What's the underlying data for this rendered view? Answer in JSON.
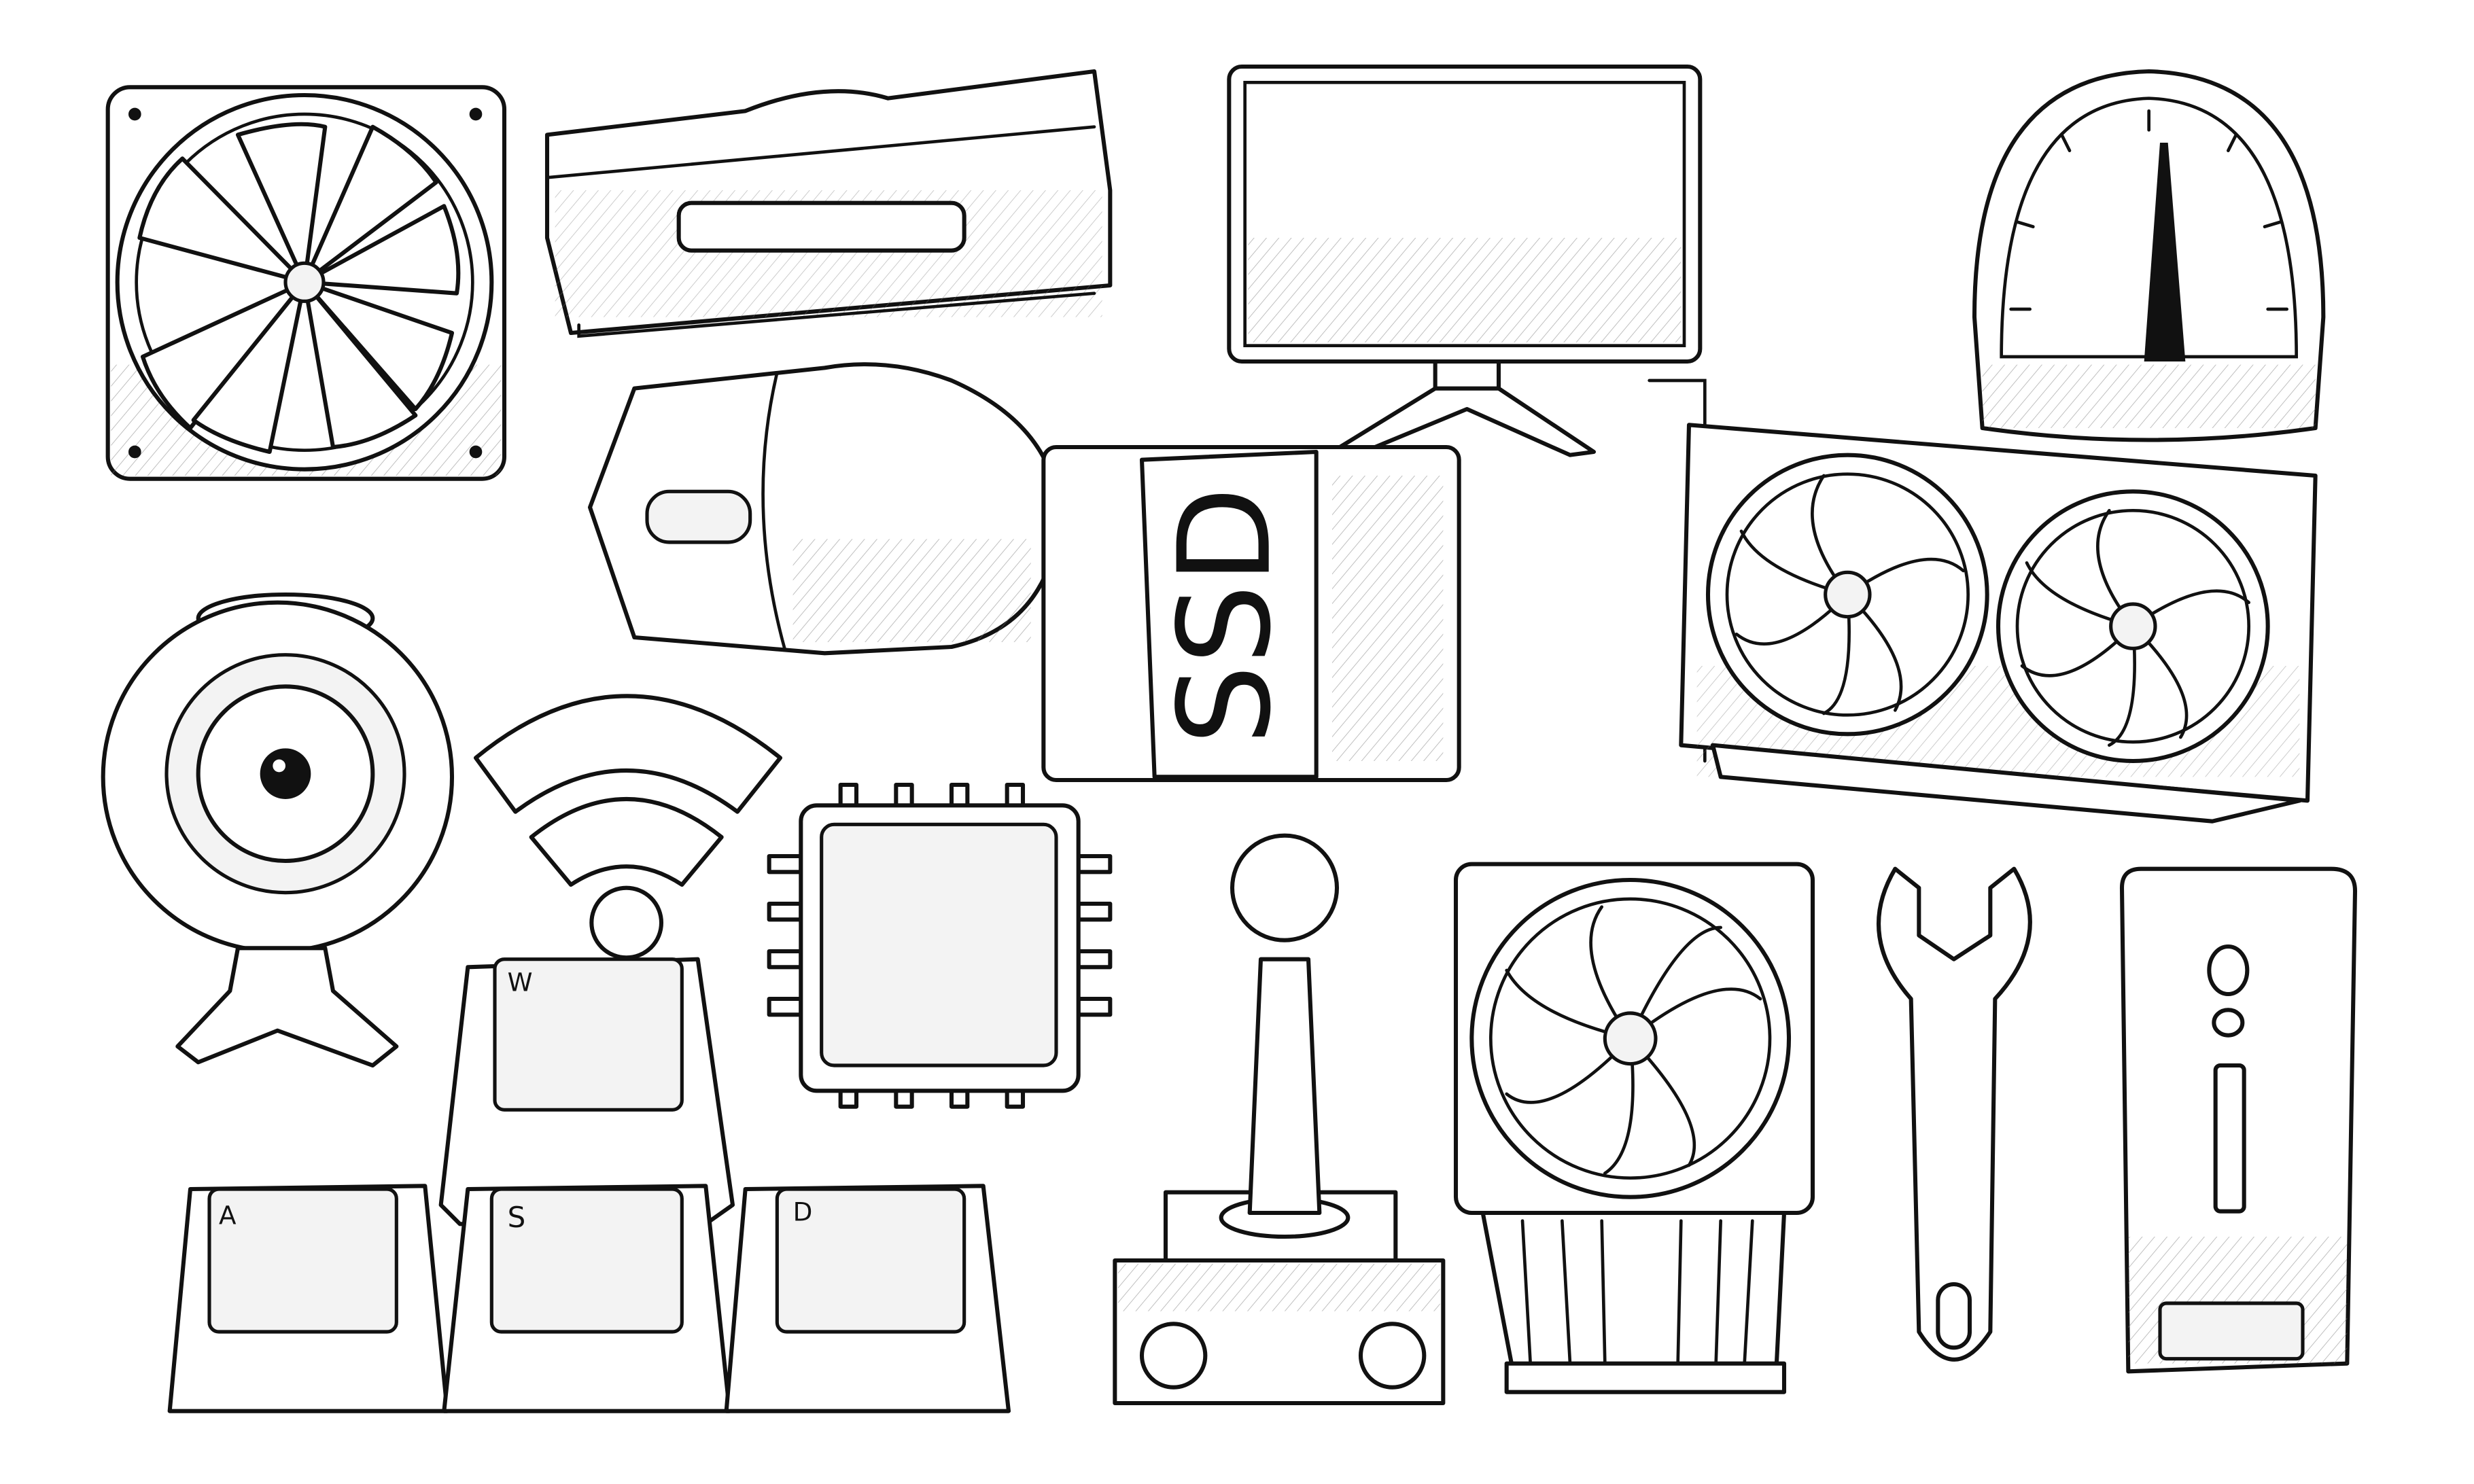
{
  "illustration": {
    "ssd_label": "SSD",
    "keys": {
      "w": "W",
      "a": "A",
      "s": "S",
      "d": "D"
    }
  }
}
